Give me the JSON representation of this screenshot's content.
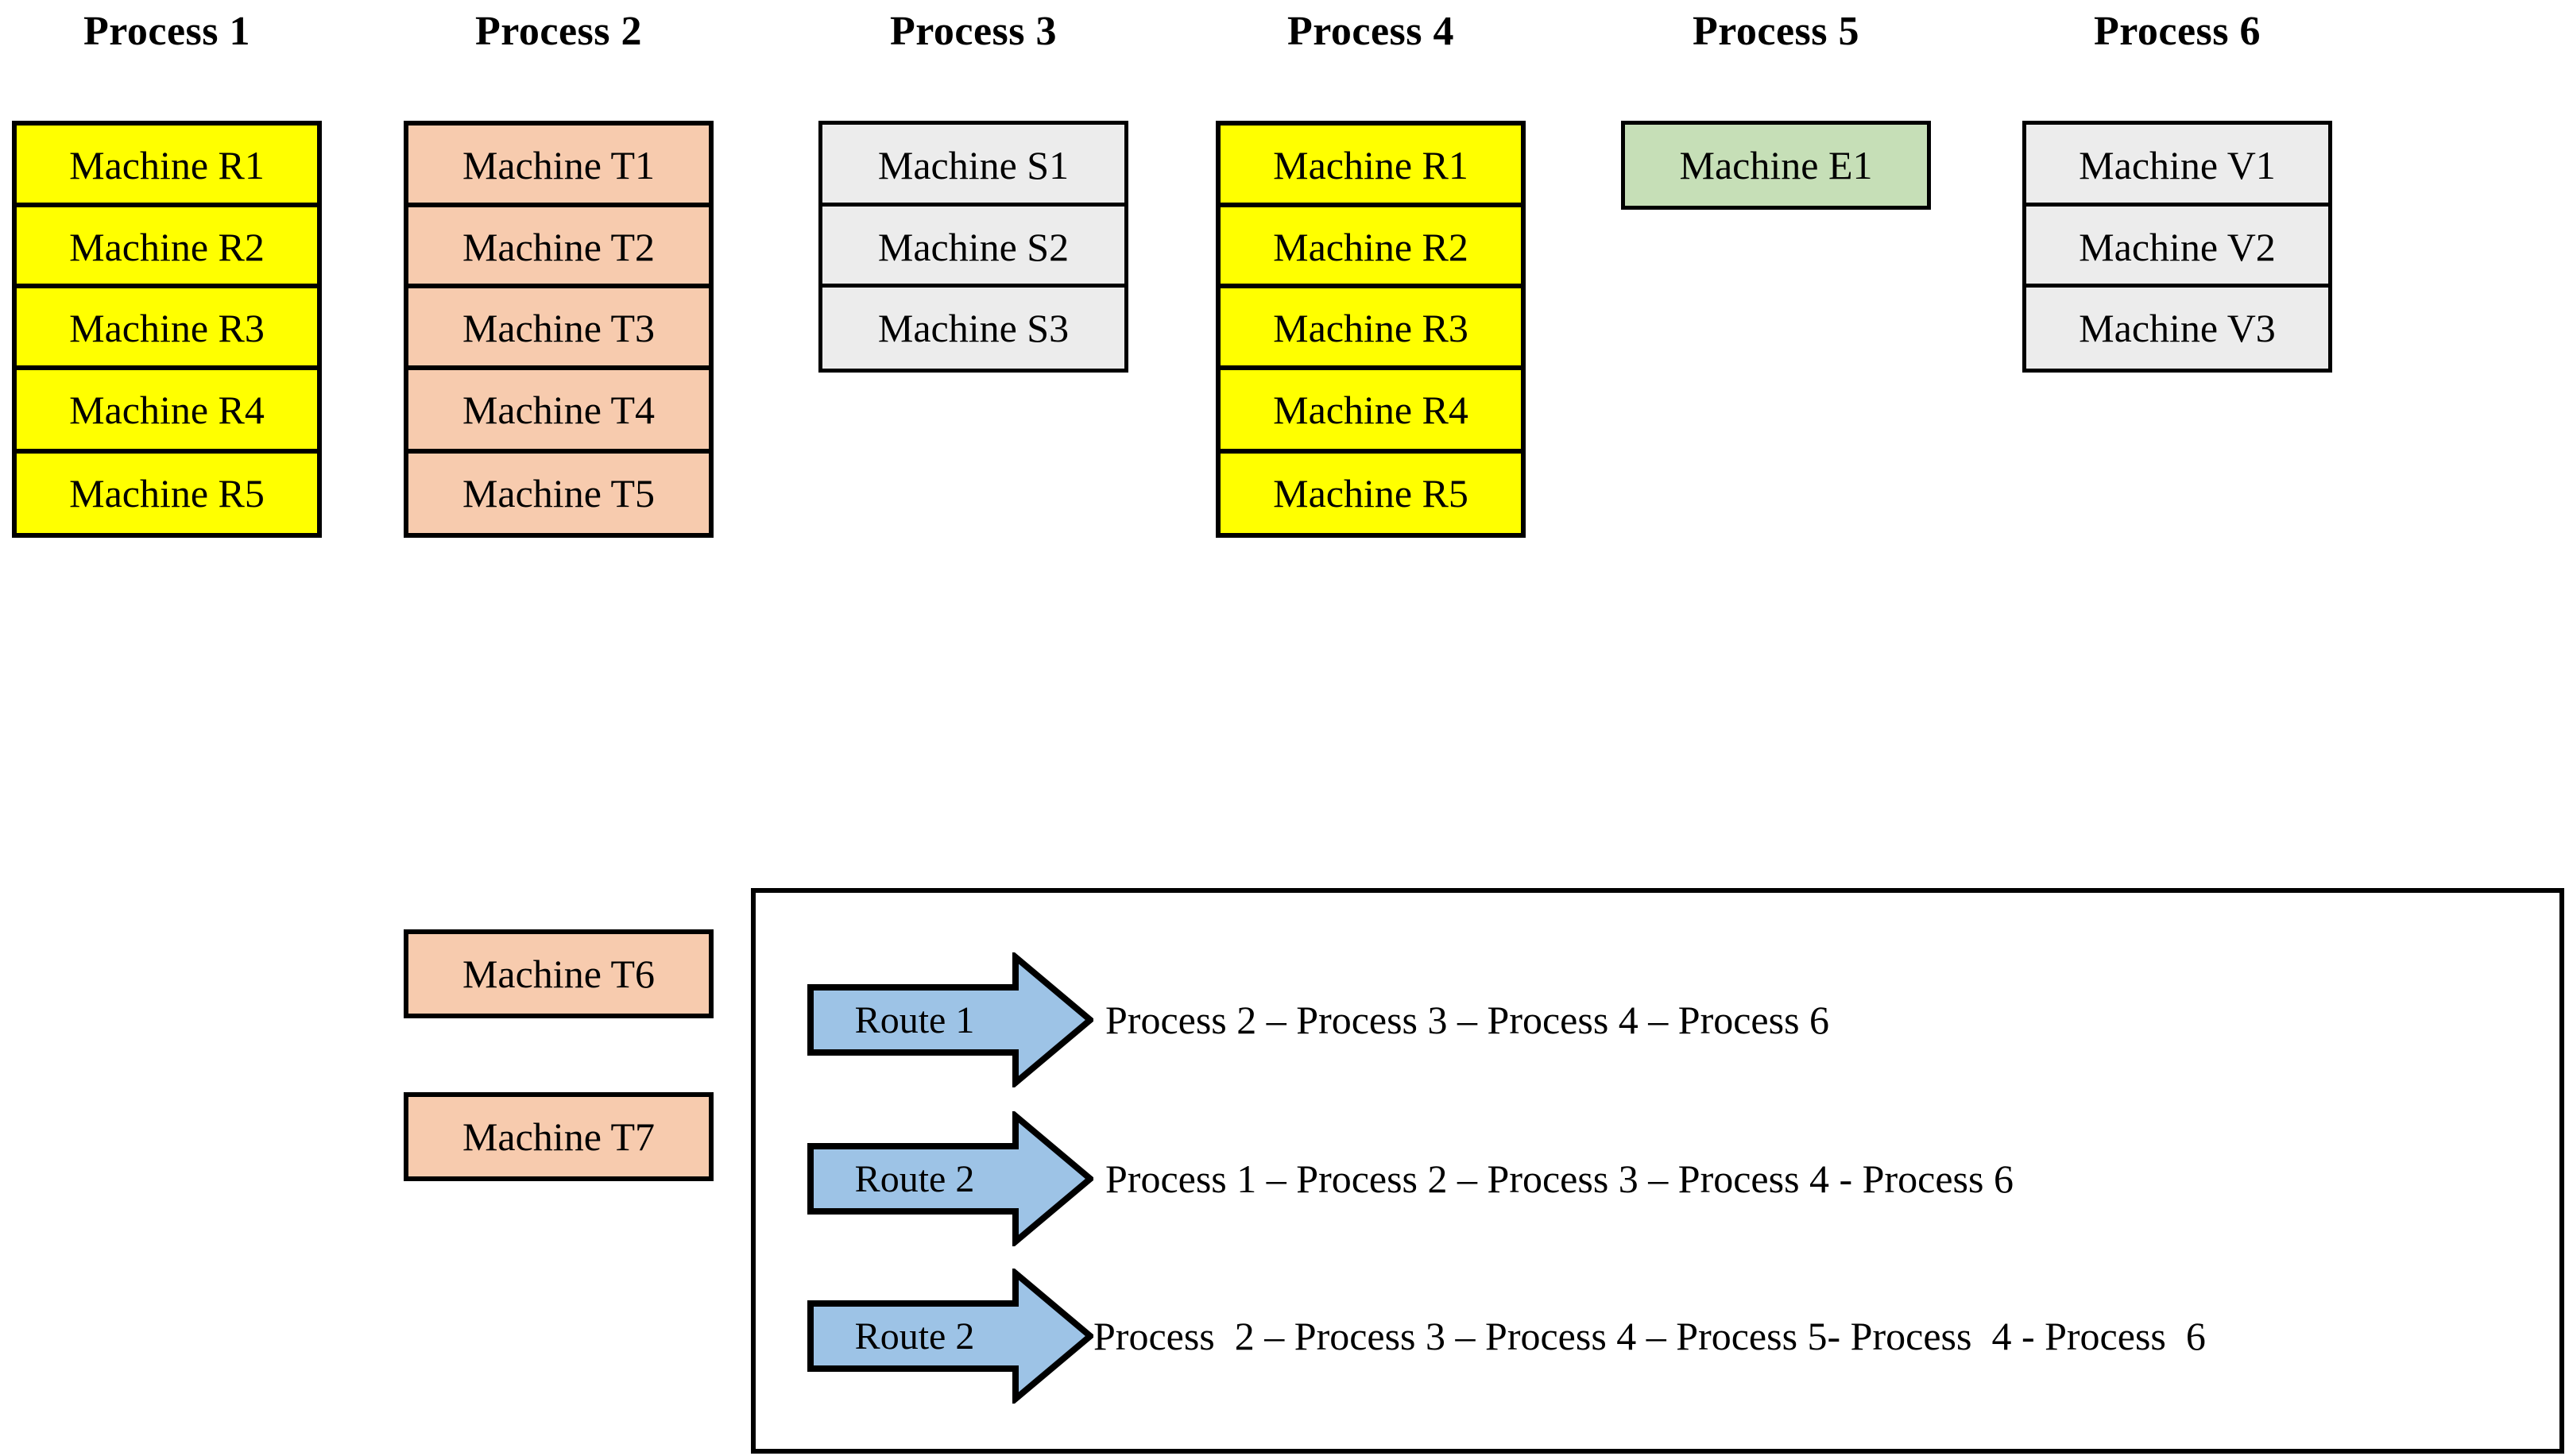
{
  "diagram": {
    "title": "Process and machine layout with routing legend",
    "colors": {
      "yellow": "#ffff00",
      "peach": "#f7cbae",
      "gray": "#ececec",
      "green": "#c6dfb7",
      "arrow_blue": "#9dc3e6",
      "border": "#000000"
    }
  },
  "columns": [
    {
      "header": "Process 1",
      "machines": [
        {
          "label": "Machine R1",
          "color": "yellow"
        },
        {
          "label": "Machine R2",
          "color": "yellow"
        },
        {
          "label": "Machine R3",
          "color": "yellow"
        },
        {
          "label": "Machine R4",
          "color": "yellow"
        },
        {
          "label": "Machine R5",
          "color": "yellow"
        }
      ]
    },
    {
      "header": "Process 2",
      "machines": [
        {
          "label": "Machine T1",
          "color": "peach"
        },
        {
          "label": "Machine T2",
          "color": "peach"
        },
        {
          "label": "Machine T3",
          "color": "peach"
        },
        {
          "label": "Machine T4",
          "color": "peach"
        },
        {
          "label": "Machine T5",
          "color": "peach"
        },
        {
          "label": "Machine T6",
          "color": "peach"
        },
        {
          "label": "Machine T7",
          "color": "peach"
        }
      ]
    },
    {
      "header": "Process 3",
      "machines": [
        {
          "label": "Machine S1",
          "color": "gray"
        },
        {
          "label": "Machine S2",
          "color": "gray"
        },
        {
          "label": "Machine S3",
          "color": "gray"
        }
      ]
    },
    {
      "header": "Process 4",
      "machines": [
        {
          "label": "Machine R1",
          "color": "yellow"
        },
        {
          "label": "Machine R2",
          "color": "yellow"
        },
        {
          "label": "Machine R3",
          "color": "yellow"
        },
        {
          "label": "Machine R4",
          "color": "yellow"
        },
        {
          "label": "Machine R5",
          "color": "yellow"
        }
      ]
    },
    {
      "header": "Process 5",
      "machines": [
        {
          "label": "Machine E1",
          "color": "green"
        }
      ]
    },
    {
      "header": "Process 6",
      "machines": [
        {
          "label": "Machine V1",
          "color": "gray"
        },
        {
          "label": "Machine V2",
          "color": "gray"
        },
        {
          "label": "Machine V3",
          "color": "gray"
        }
      ]
    }
  ],
  "legend": {
    "routes": [
      {
        "arrow_label": "Route 1",
        "description": "Process 2 – Process 3 – Process 4 – Process 6"
      },
      {
        "arrow_label": "Route 2",
        "description": "Process 1 – Process 2 – Process 3 – Process 4 - Process 6"
      },
      {
        "arrow_label": "Route 2",
        "description": "Process  2 – Process 3 – Process 4 – Process 5- Process  4 - Process  6"
      }
    ]
  }
}
